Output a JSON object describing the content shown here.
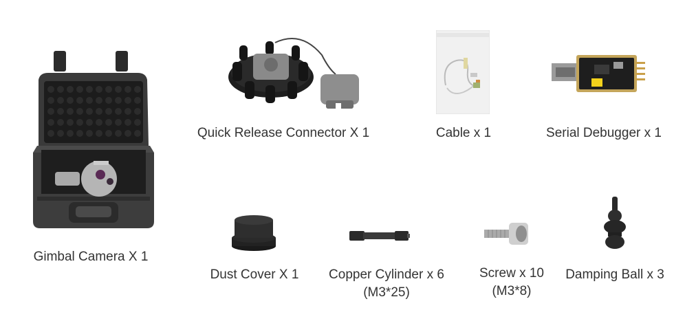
{
  "items": [
    {
      "name": "Gimbal Camera X 1",
      "sub": ""
    },
    {
      "name": "Quick Release Connector X 1",
      "sub": ""
    },
    {
      "name": "Cable x 1",
      "sub": ""
    },
    {
      "name": "Serial Debugger x 1",
      "sub": ""
    },
    {
      "name": "Dust Cover X 1",
      "sub": ""
    },
    {
      "name": "Copper Cylinder x 6",
      "sub": "(M3*25)"
    },
    {
      "name": "Screw x 10",
      "sub": "(M3*8)"
    },
    {
      "name": "Damping Ball x 3",
      "sub": ""
    }
  ],
  "colors": {
    "background": "#ffffff",
    "text": "#333333"
  }
}
